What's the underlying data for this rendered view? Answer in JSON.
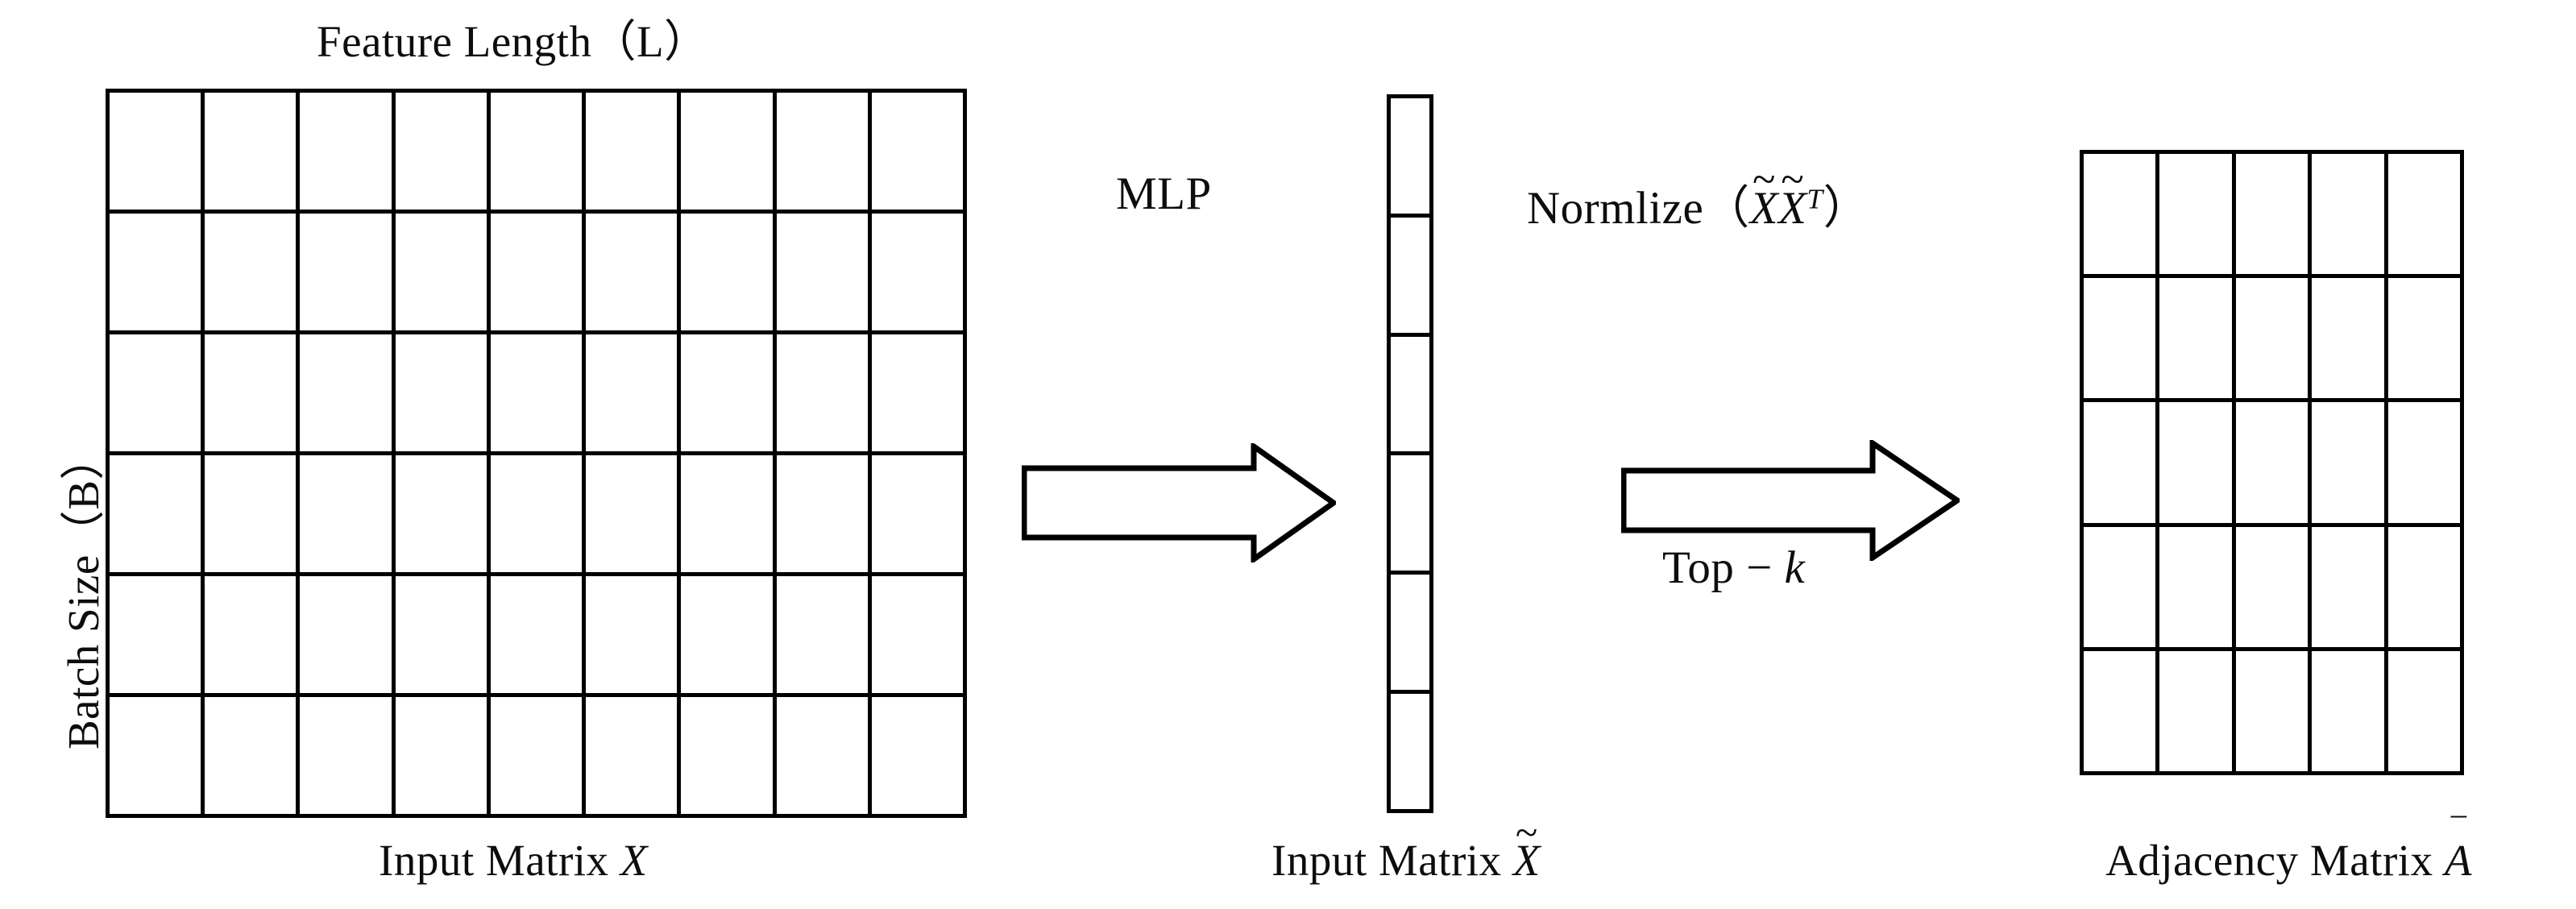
{
  "figure": {
    "title_top": "Feature Length（L）",
    "axis_left": "Batch Size（B）",
    "background_color": "#ffffff",
    "stroke_color": "#000000"
  },
  "input_matrix": {
    "caption_prefix": "Input Matrix ",
    "caption_symbol": "X",
    "rows": 6,
    "cols": 9,
    "column_axis_label": "Feature Length（L）",
    "column_axis_symbol": "L",
    "row_axis_label": "Batch Size（B）",
    "row_axis_symbol": "B"
  },
  "vector_matrix": {
    "caption_prefix": "Input Matrix ",
    "caption_symbol": "X",
    "caption_accent": "~",
    "rows": 6,
    "cols": 1
  },
  "adjacency_matrix": {
    "caption_prefix": "Adjacency Matrix ",
    "caption_symbol": "A",
    "caption_accent": "‾",
    "rows": 5,
    "cols": 5
  },
  "arrow_mlp": {
    "label_above": "MLP",
    "direction": "right"
  },
  "arrow_normalize": {
    "label_above_text": "Normlize（",
    "label_above_sym1": "X",
    "label_above_sym2": "X",
    "label_above_sup": "T",
    "label_above_close": "）",
    "label_below_text": "Top − ",
    "label_below_sym": "k",
    "direction": "right"
  }
}
